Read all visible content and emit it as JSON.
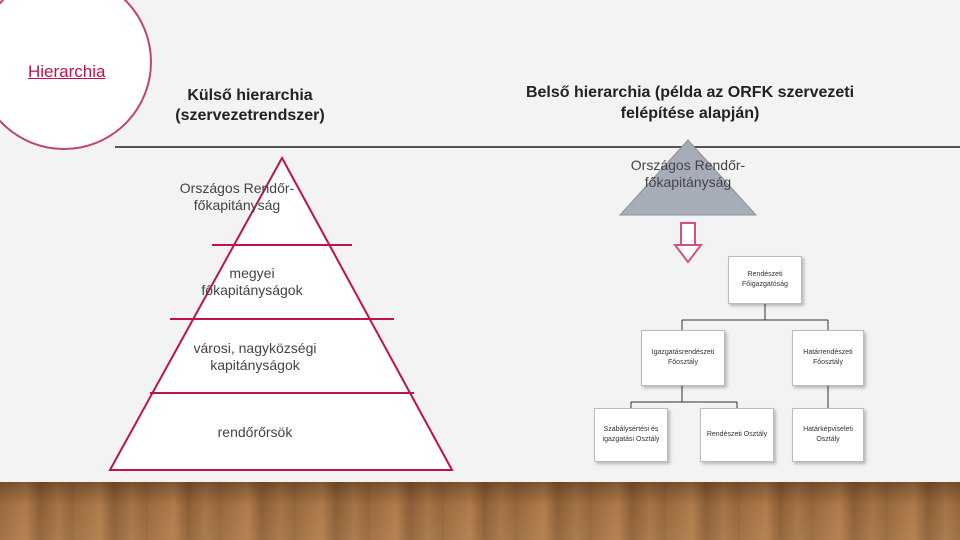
{
  "circle_title": "Hierarchia",
  "left_heading": "Külső hierarchia (szervezetrendszer)",
  "right_heading": "Belső hierarchia (példa az ORFK szervezeti felépítése alapján)",
  "pyramid": [
    "Országos Rendőr-főkapitányság",
    "megyei főkapitányságok",
    "városi, nagyközségi kapitányságok",
    "rendőrőrsök"
  ],
  "right_top_label": "Országos Rendőr-főkapitányság",
  "org": {
    "root": "Rendészeti Főigazgatóság",
    "level2": [
      "Igazgatásrendészeti Főosztály",
      "Határrendészeti Főosztály"
    ],
    "level3": [
      "Szabálysértési és igazgatási Osztály",
      "Rendészeti Osztály",
      "Határképviseleti Osztály"
    ]
  },
  "colors": {
    "accent": "#c0124a",
    "arrow": "#d2547d",
    "triangle": "#a7adb8"
  },
  "icons": {
    "arrow": "down-arrow-icon"
  }
}
